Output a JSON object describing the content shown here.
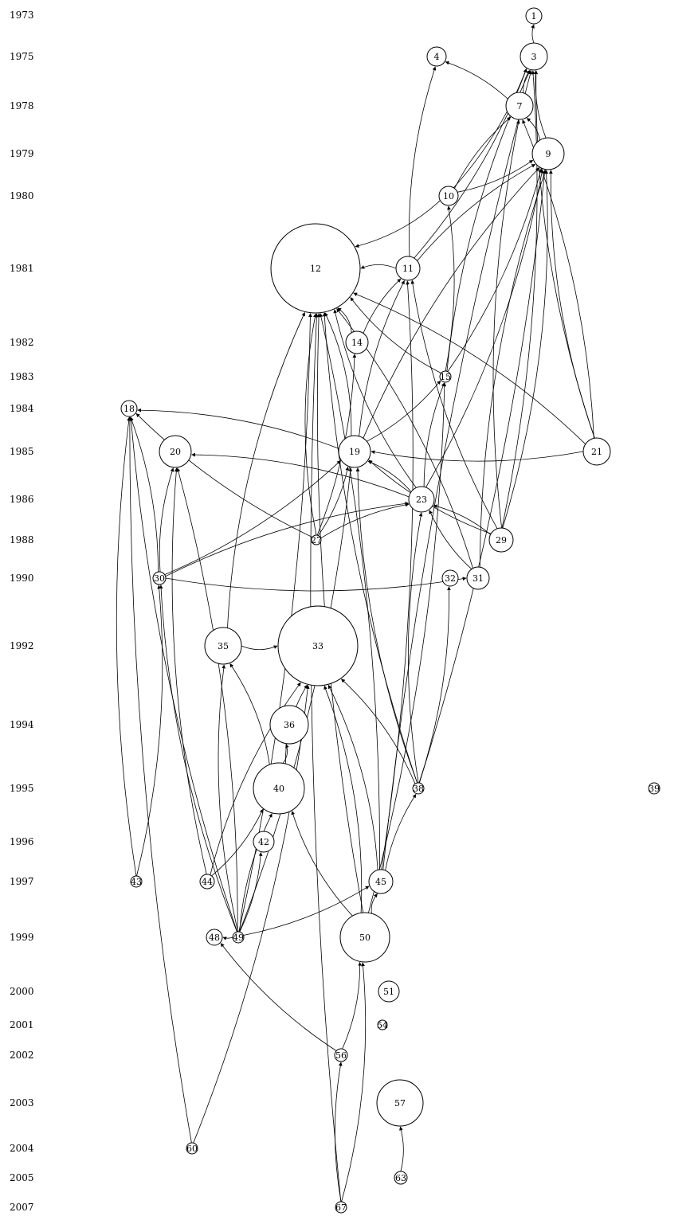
{
  "years": [
    "1973",
    "1975",
    "1978",
    "1979",
    "1980",
    "1981",
    "1982",
    "1983",
    "1984",
    "1985",
    "1986",
    "1988",
    "1990",
    "1992",
    "1994",
    "1995",
    "1996",
    "1997",
    "1999",
    "2000",
    "2001",
    "2002",
    "2003",
    "2004",
    "2005",
    "2007"
  ],
  "nodes": [
    {
      "id": "1",
      "label": "1",
      "year": "1973"
    },
    {
      "id": "3",
      "label": "3",
      "year": "1975"
    },
    {
      "id": "4",
      "label": "4",
      "year": "1975"
    },
    {
      "id": "7",
      "label": "7",
      "year": "1978"
    },
    {
      "id": "9",
      "label": "9",
      "year": "1979"
    },
    {
      "id": "10",
      "label": "10",
      "year": "1980"
    },
    {
      "id": "11",
      "label": "11",
      "year": "1981"
    },
    {
      "id": "12",
      "label": "12",
      "year": "1981"
    },
    {
      "id": "14",
      "label": "14",
      "year": "1982"
    },
    {
      "id": "15",
      "label": "15",
      "year": "1983"
    },
    {
      "id": "18",
      "label": "18",
      "year": "1984"
    },
    {
      "id": "19",
      "label": "19",
      "year": "1985"
    },
    {
      "id": "20",
      "label": "20",
      "year": "1985"
    },
    {
      "id": "21",
      "label": "21",
      "year": "1985"
    },
    {
      "id": "23",
      "label": "23",
      "year": "1986"
    },
    {
      "id": "27",
      "label": "27",
      "year": "1988"
    },
    {
      "id": "29",
      "label": "29",
      "year": "1988"
    },
    {
      "id": "30",
      "label": "30",
      "year": "1990"
    },
    {
      "id": "31",
      "label": "31",
      "year": "1990"
    },
    {
      "id": "32",
      "label": "32",
      "year": "1990"
    },
    {
      "id": "33",
      "label": "33",
      "year": "1992"
    },
    {
      "id": "35",
      "label": "35",
      "year": "1992"
    },
    {
      "id": "36",
      "label": "36",
      "year": "1994"
    },
    {
      "id": "38",
      "label": "38",
      "year": "1995"
    },
    {
      "id": "39",
      "label": "39",
      "year": "1995"
    },
    {
      "id": "40",
      "label": "40",
      "year": "1995"
    },
    {
      "id": "42",
      "label": "42",
      "year": "1996"
    },
    {
      "id": "43",
      "label": "43",
      "year": "1997"
    },
    {
      "id": "44",
      "label": "44",
      "year": "1997"
    },
    {
      "id": "45",
      "label": "45",
      "year": "1997"
    },
    {
      "id": "48",
      "label": "48",
      "year": "1999"
    },
    {
      "id": "49",
      "label": "49",
      "year": "1999"
    },
    {
      "id": "50",
      "label": "50",
      "year": "1999"
    },
    {
      "id": "51",
      "label": "51",
      "year": "2000"
    },
    {
      "id": "54",
      "label": "54",
      "year": "2001"
    },
    {
      "id": "56",
      "label": "56",
      "year": "2002"
    },
    {
      "id": "57",
      "label": "57",
      "year": "2003"
    },
    {
      "id": "60",
      "label": "60",
      "year": "2004"
    },
    {
      "id": "63",
      "label": "63",
      "year": "2005"
    },
    {
      "id": "67",
      "label": "67",
      "year": "2007"
    }
  ],
  "edges": [
    [
      "3",
      "1"
    ],
    [
      "7",
      "4"
    ],
    [
      "7",
      "3"
    ],
    [
      "9",
      "7"
    ],
    [
      "9",
      "3"
    ],
    [
      "10",
      "9"
    ],
    [
      "10",
      "7"
    ],
    [
      "10",
      "3"
    ],
    [
      "10",
      "12"
    ],
    [
      "11",
      "12"
    ],
    [
      "11",
      "4"
    ],
    [
      "11",
      "3"
    ],
    [
      "11",
      "9"
    ],
    [
      "14",
      "12"
    ],
    [
      "14",
      "11"
    ],
    [
      "15",
      "10"
    ],
    [
      "15",
      "3"
    ],
    [
      "15",
      "9"
    ],
    [
      "15",
      "12"
    ],
    [
      "19",
      "12"
    ],
    [
      "19",
      "11"
    ],
    [
      "19",
      "18"
    ],
    [
      "19",
      "9"
    ],
    [
      "19",
      "15"
    ],
    [
      "21",
      "19"
    ],
    [
      "21",
      "12"
    ],
    [
      "21",
      "9"
    ],
    [
      "21",
      "7"
    ],
    [
      "21",
      "3"
    ],
    [
      "23",
      "19"
    ],
    [
      "23",
      "12"
    ],
    [
      "23",
      "20"
    ],
    [
      "23",
      "15"
    ],
    [
      "23",
      "9"
    ],
    [
      "27",
      "12"
    ],
    [
      "27",
      "14"
    ],
    [
      "27",
      "18"
    ],
    [
      "27",
      "19"
    ],
    [
      "27",
      "23"
    ],
    [
      "29",
      "23"
    ],
    [
      "29",
      "19"
    ],
    [
      "29",
      "9"
    ],
    [
      "29",
      "7"
    ],
    [
      "29",
      "3"
    ],
    [
      "29",
      "11"
    ],
    [
      "30",
      "18"
    ],
    [
      "30",
      "20"
    ],
    [
      "30",
      "19"
    ],
    [
      "30",
      "23"
    ],
    [
      "30",
      "31"
    ],
    [
      "31",
      "23"
    ],
    [
      "31",
      "12"
    ],
    [
      "31",
      "9"
    ],
    [
      "35",
      "33"
    ],
    [
      "35",
      "12"
    ],
    [
      "38",
      "33"
    ],
    [
      "38",
      "23"
    ],
    [
      "38",
      "32"
    ],
    [
      "38",
      "12"
    ],
    [
      "38",
      "9"
    ],
    [
      "38",
      "19"
    ],
    [
      "40",
      "36"
    ],
    [
      "40",
      "33"
    ],
    [
      "40",
      "35"
    ],
    [
      "43",
      "18"
    ],
    [
      "43",
      "30"
    ],
    [
      "44",
      "20"
    ],
    [
      "44",
      "40"
    ],
    [
      "44",
      "33"
    ],
    [
      "45",
      "33"
    ],
    [
      "45",
      "38"
    ],
    [
      "45",
      "12"
    ],
    [
      "45",
      "3"
    ],
    [
      "45",
      "11"
    ],
    [
      "49",
      "48"
    ],
    [
      "49",
      "42"
    ],
    [
      "49",
      "40"
    ],
    [
      "49",
      "45"
    ],
    [
      "49",
      "35"
    ],
    [
      "49",
      "19"
    ],
    [
      "49",
      "30"
    ],
    [
      "49",
      "20"
    ],
    [
      "49",
      "18"
    ],
    [
      "49",
      "12"
    ],
    [
      "50",
      "45"
    ],
    [
      "50",
      "33"
    ],
    [
      "50",
      "40"
    ],
    [
      "50",
      "15"
    ],
    [
      "50",
      "12"
    ],
    [
      "56",
      "50"
    ],
    [
      "56",
      "48"
    ],
    [
      "60",
      "33"
    ],
    [
      "60",
      "18"
    ],
    [
      "63",
      "57"
    ],
    [
      "67",
      "56"
    ],
    [
      "67",
      "50"
    ],
    [
      "67",
      "12"
    ]
  ]
}
